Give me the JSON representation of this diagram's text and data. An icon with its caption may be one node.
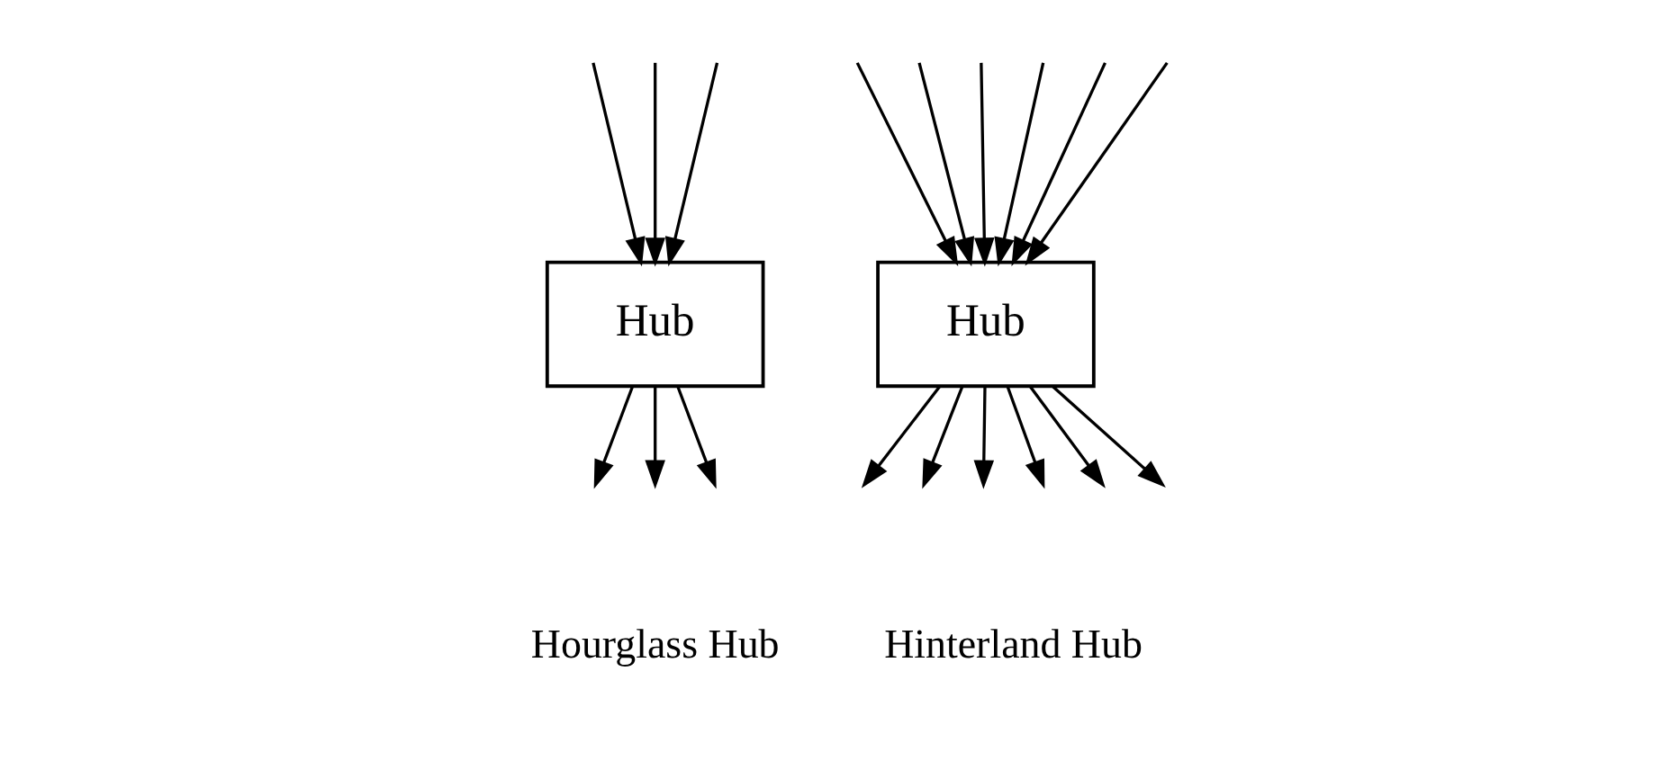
{
  "diagram": {
    "nodes": [
      {
        "text": [
          "Hub"
        ]
      },
      {
        "text": [
          "Hub"
        ]
      }
    ],
    "labels": [
      "Hourglass Hub",
      "Hinterland Hub"
    ],
    "edges": [
      {
        "from": null,
        "to": 0,
        "arrow": "to"
      },
      {
        "from": null,
        "to": 0,
        "arrow": "to"
      },
      {
        "from": null,
        "to": 0,
        "arrow": "to"
      },
      {
        "from": 0,
        "to": null,
        "arrow": "to"
      },
      {
        "from": 0,
        "to": null,
        "arrow": "to"
      },
      {
        "from": 0,
        "to": null,
        "arrow": "to"
      },
      {
        "from": null,
        "to": 1,
        "arrow": "to"
      },
      {
        "from": null,
        "to": 1,
        "arrow": "to"
      },
      {
        "from": null,
        "to": 1,
        "arrow": "to"
      },
      {
        "from": null,
        "to": 1,
        "arrow": "to"
      },
      {
        "from": null,
        "to": 1,
        "arrow": "to"
      },
      {
        "from": null,
        "to": 1,
        "arrow": "to"
      },
      {
        "from": 1,
        "to": null,
        "arrow": "to"
      },
      {
        "from": 1,
        "to": null,
        "arrow": "to"
      },
      {
        "from": 1,
        "to": null,
        "arrow": "to"
      },
      {
        "from": 1,
        "to": null,
        "arrow": "to"
      },
      {
        "from": 1,
        "to": null,
        "arrow": "to"
      },
      {
        "from": 1,
        "to": null,
        "arrow": "to"
      }
    ]
  }
}
